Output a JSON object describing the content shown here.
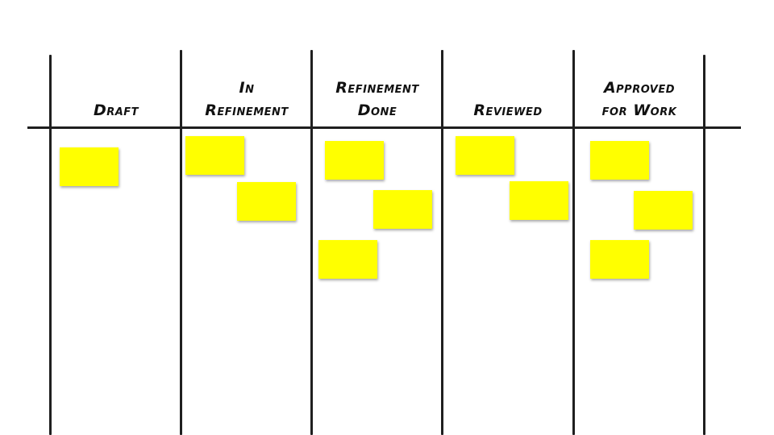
{
  "board": {
    "note_color": "#ffff00",
    "columns": [
      {
        "title": "Draft",
        "notes": 1
      },
      {
        "title": "In\nRefinement",
        "notes": 2
      },
      {
        "title": "Refinement\nDone",
        "notes": 3
      },
      {
        "title": "Reviewed",
        "notes": 2
      },
      {
        "title": "Approved\nfor Work",
        "notes": 3
      }
    ]
  }
}
